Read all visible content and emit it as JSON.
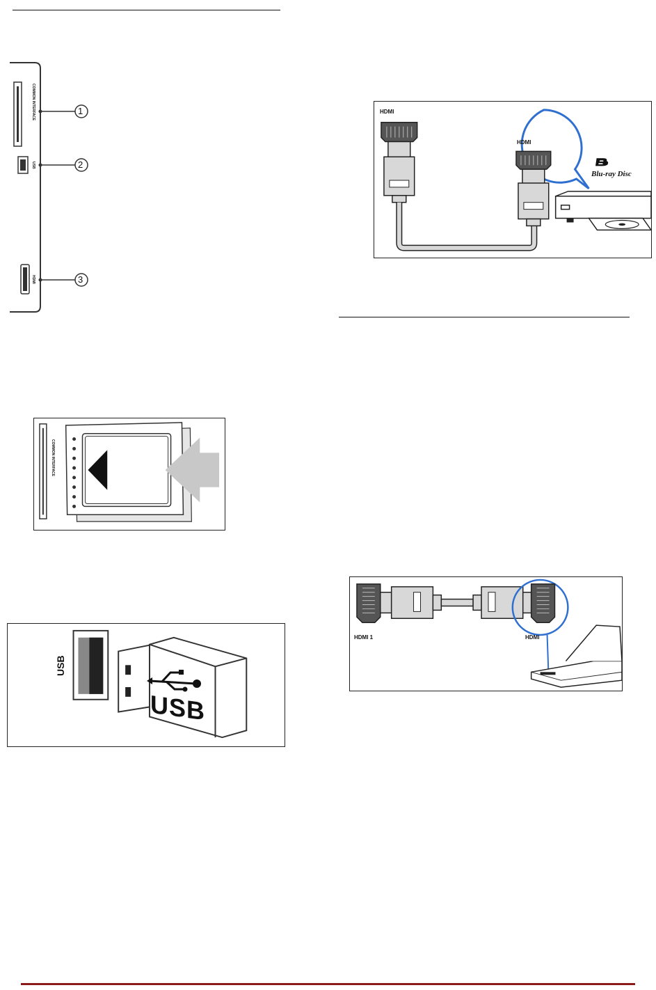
{
  "side_panel": {
    "callouts": [
      "1",
      "2",
      "3"
    ],
    "port_labels": [
      "COMMON INTERFACE",
      "USB",
      "HDMI"
    ]
  },
  "ci_card": {
    "slot_label": "COMMON INTERFACE"
  },
  "usb_figure": {
    "port_label": "USB",
    "stick_label": "USB"
  },
  "bluray_figure": {
    "cable_label": "HDMI",
    "device_port_label": "HDMI",
    "logo_text": "Blu-ray Disc"
  },
  "laptop_figure": {
    "tv_port_label": "HDMI 1",
    "laptop_port_label": "HDMI"
  },
  "colors": {
    "footer_rule": "#8b1a1a",
    "callout_circle": "#2f6fd0"
  },
  "icons": [
    "usb-trident-icon",
    "bluray-logo-icon",
    "arrow-icon"
  ]
}
